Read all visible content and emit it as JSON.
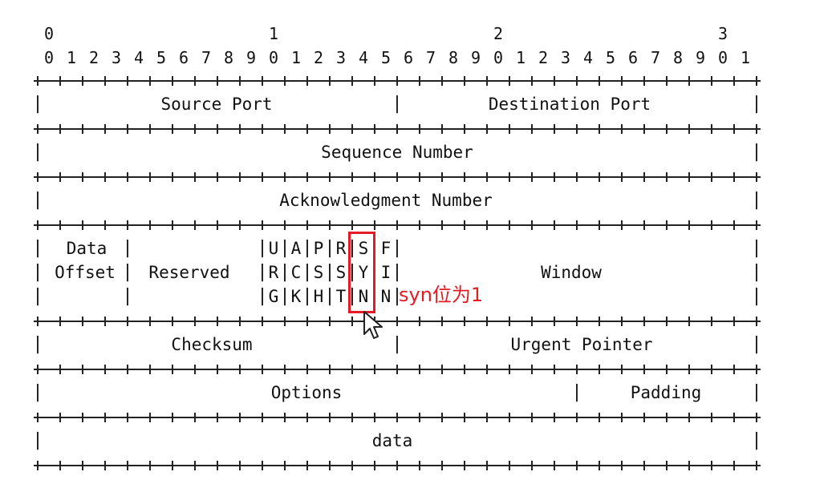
{
  "ruler": {
    "tens": [
      "0",
      "1",
      "2",
      "3"
    ],
    "units": [
      "0",
      "1",
      "2",
      "3",
      "4",
      "5",
      "6",
      "7",
      "8",
      "9",
      "0",
      "1",
      "2",
      "3",
      "4",
      "5",
      "6",
      "7",
      "8",
      "9",
      "0",
      "1",
      "2",
      "3",
      "4",
      "5",
      "6",
      "7",
      "8",
      "9",
      "0",
      "1"
    ]
  },
  "fields": {
    "source_port": "Source Port",
    "destination_port": "Destination Port",
    "sequence_number": "Sequence Number",
    "acknowledgment_number": "Acknowledgment Number",
    "data_offset_line1": "Data",
    "data_offset_line2": "Offset",
    "reserved": "Reserved",
    "window": "Window",
    "checksum": "Checksum",
    "urgent_pointer": "Urgent Pointer",
    "options": "Options",
    "padding": "Padding",
    "data": "data"
  },
  "flags": {
    "row1": [
      "U",
      "A",
      "P",
      "R",
      "S",
      "F"
    ],
    "row2": [
      "R",
      "C",
      "S",
      "S",
      "Y",
      "I"
    ],
    "row3": [
      "G",
      "K",
      "H",
      "T",
      "N",
      "N"
    ]
  },
  "annotation": {
    "text": "syn位为1",
    "color": "#e21b24"
  },
  "icons": {
    "cursor": "mouse-pointer-icon"
  }
}
